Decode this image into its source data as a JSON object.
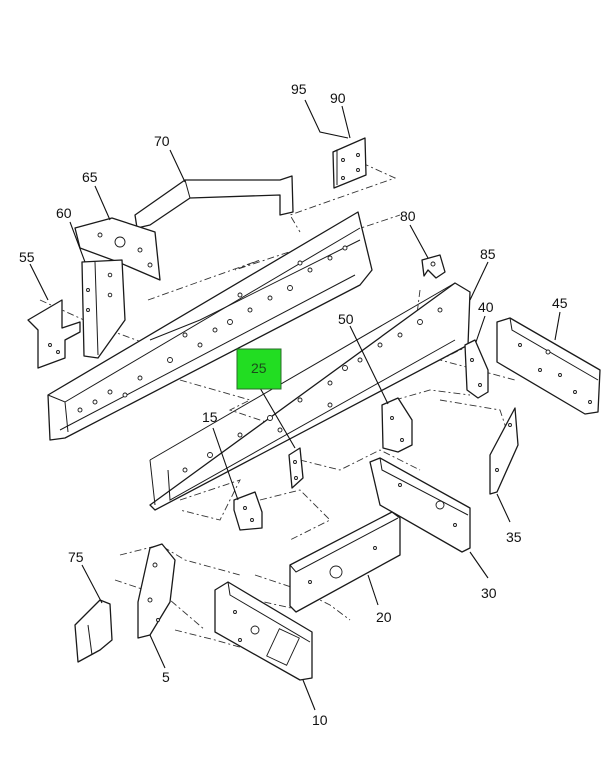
{
  "diagram": {
    "highlight": {
      "label": "25",
      "color": "#22dd22"
    },
    "callouts": [
      {
        "id": "95",
        "label": "95"
      },
      {
        "id": "90",
        "label": "90"
      },
      {
        "id": "70",
        "label": "70"
      },
      {
        "id": "65",
        "label": "65"
      },
      {
        "id": "60",
        "label": "60"
      },
      {
        "id": "55",
        "label": "55"
      },
      {
        "id": "80",
        "label": "80"
      },
      {
        "id": "85",
        "label": "85"
      },
      {
        "id": "40",
        "label": "40"
      },
      {
        "id": "45",
        "label": "45"
      },
      {
        "id": "50",
        "label": "50"
      },
      {
        "id": "15",
        "label": "15"
      },
      {
        "id": "35",
        "label": "35"
      },
      {
        "id": "75",
        "label": "75"
      },
      {
        "id": "20",
        "label": "20"
      },
      {
        "id": "30",
        "label": "30"
      },
      {
        "id": "5",
        "label": "5"
      },
      {
        "id": "10",
        "label": "10"
      }
    ]
  }
}
